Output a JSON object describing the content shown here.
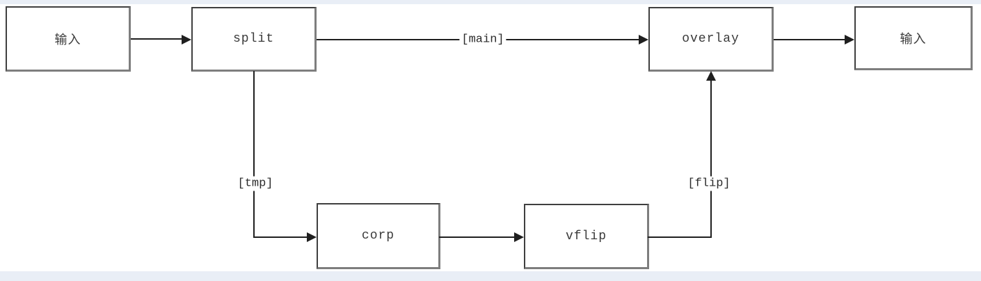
{
  "diagram": {
    "type": "flowchart",
    "description_colors": {
      "canvas_background": "#ffffff",
      "page_strip": "#e9eef6",
      "box_border_dark": "#3f3f3f",
      "box_border_shade": "#7e7e7e",
      "line": "#1f1f1f",
      "text": "#3a3a3a"
    },
    "nodes": [
      {
        "id": "input_left",
        "label": "输入"
      },
      {
        "id": "split",
        "label": "split"
      },
      {
        "id": "overlay",
        "label": "overlay"
      },
      {
        "id": "input_right",
        "label": "输入"
      },
      {
        "id": "corp",
        "label": "corp"
      },
      {
        "id": "vflip",
        "label": "vflip"
      }
    ],
    "edges": [
      {
        "from": "输入",
        "to": "split",
        "label": ""
      },
      {
        "from": "split",
        "to": "overlay",
        "label": "[main]"
      },
      {
        "from": "split",
        "to": "corp",
        "label": "[tmp]"
      },
      {
        "from": "corp",
        "to": "vflip",
        "label": ""
      },
      {
        "from": "vflip",
        "to": "overlay",
        "label": "[flip]"
      },
      {
        "from": "overlay",
        "to": "输入",
        "label": ""
      }
    ]
  }
}
